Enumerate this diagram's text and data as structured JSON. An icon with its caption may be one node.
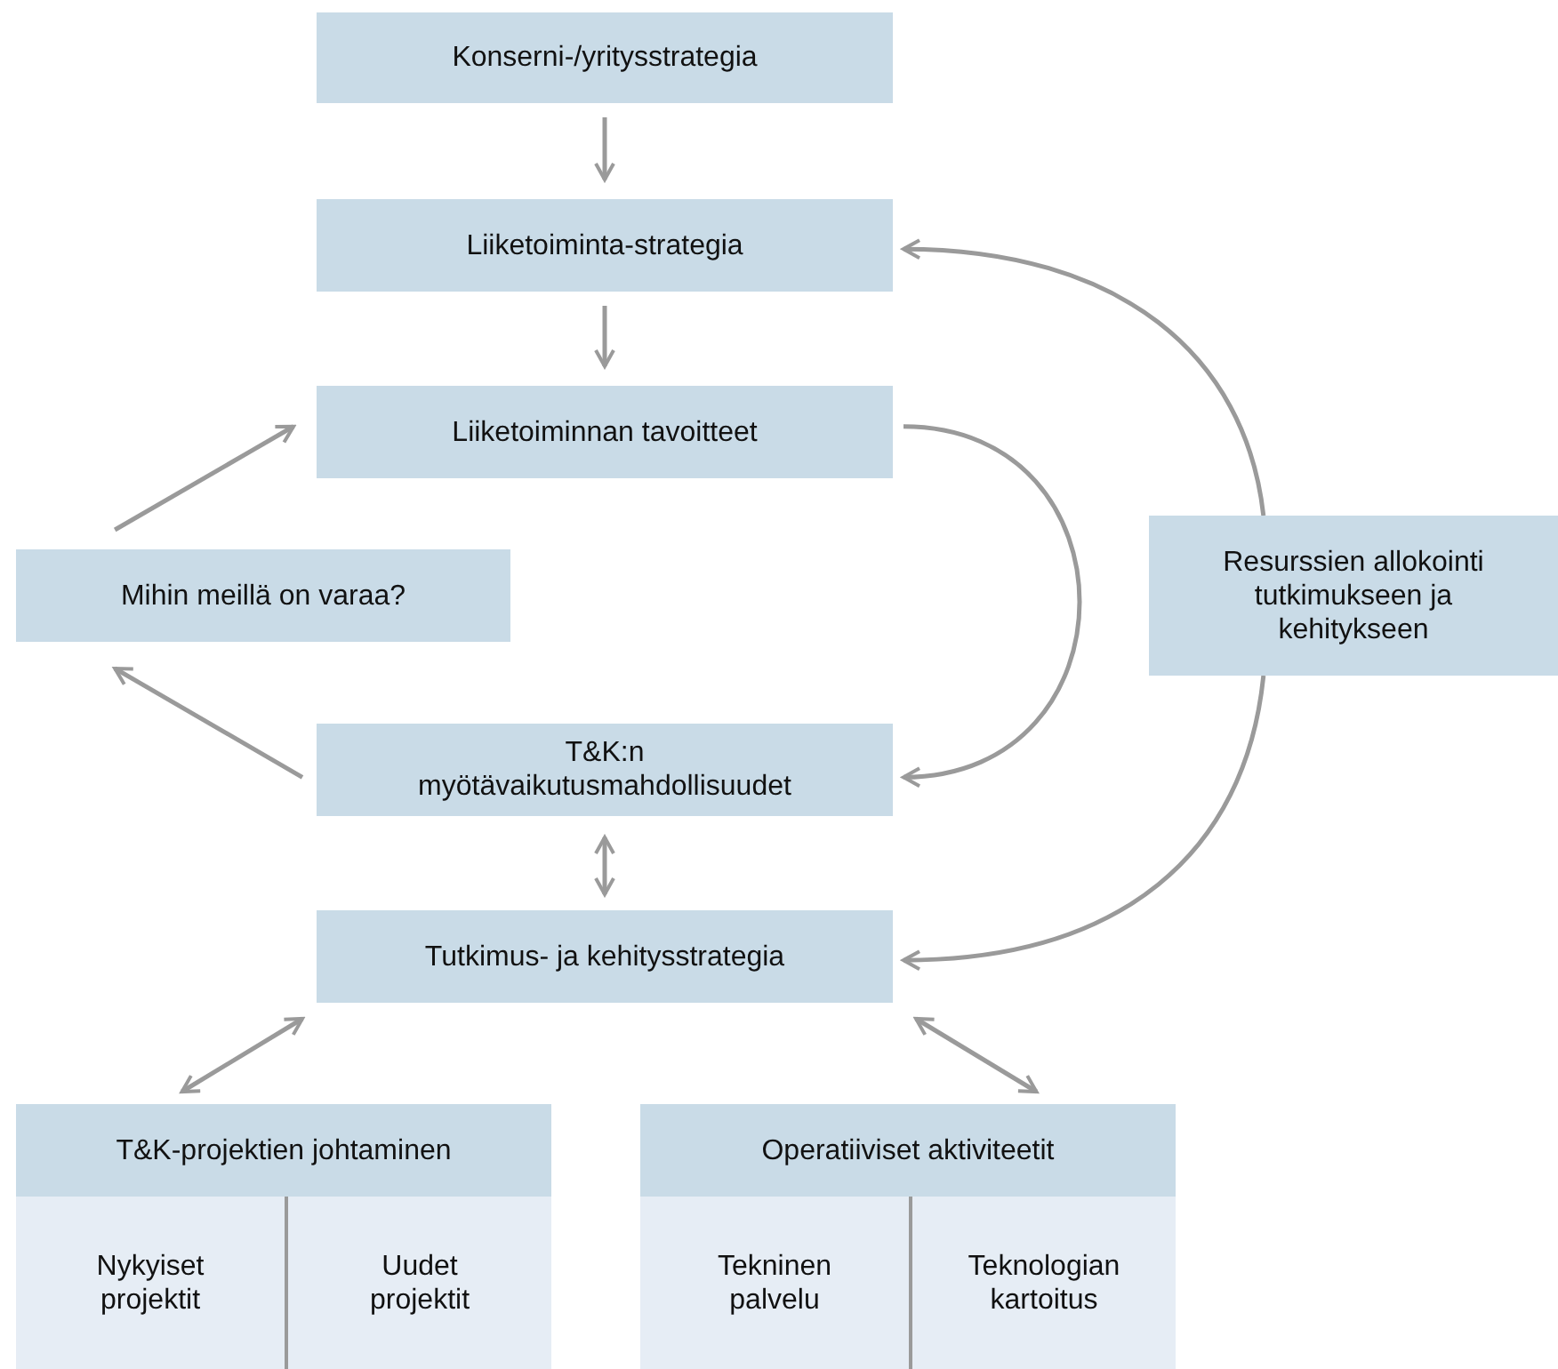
{
  "diagram": {
    "nodes": [
      {
        "text": [
          "Konserni-/yritysstrategia"
        ]
      },
      {
        "text": [
          "Liiketoiminta-strategia"
        ]
      },
      {
        "text": [
          "Liiketoiminnan tavoitteet"
        ]
      },
      {
        "text": [
          "Mihin meillä on varaa?"
        ]
      },
      {
        "text": [
          "Resurssien allokointi tutkimukseen ja kehitykseen"
        ]
      },
      {
        "text": [
          "T&K:n myötävaikutusmahdollisuudet"
        ]
      },
      {
        "text": [
          "Tutkimus- ja kehitysstrategia"
        ]
      },
      {
        "text": [
          "T&K-projektien johtaminen"
        ]
      },
      {
        "text": [
          "Nykyiset projektit"
        ],
        "in": 7
      },
      {
        "text": [
          "Uudet projektit"
        ],
        "in": 7
      },
      {
        "text": [
          "Operatiiviset aktiviteetit"
        ]
      },
      {
        "text": [
          "Tekninen palvelu"
        ],
        "in": 10
      },
      {
        "text": [
          "Teknologian kartoitus"
        ],
        "in": 10
      }
    ],
    "edges": [
      {
        "from": 0,
        "to": 1,
        "arrow": "to"
      },
      {
        "from": 1,
        "to": 2,
        "arrow": "to"
      },
      {
        "from": 3,
        "to": 2,
        "arrow": "to"
      },
      {
        "from": 5,
        "to": 3,
        "arrow": "to"
      },
      {
        "from": 2,
        "to": 5,
        "arrow": "to"
      },
      {
        "from": 4,
        "to": 1,
        "arrow": "to"
      },
      {
        "from": 4,
        "to": 6,
        "arrow": "to"
      },
      {
        "from": 5,
        "to": 6,
        "arrow": "both"
      },
      {
        "from": 6,
        "to": 7,
        "arrow": "both"
      },
      {
        "from": 6,
        "to": 10,
        "arrow": "both"
      }
    ]
  }
}
